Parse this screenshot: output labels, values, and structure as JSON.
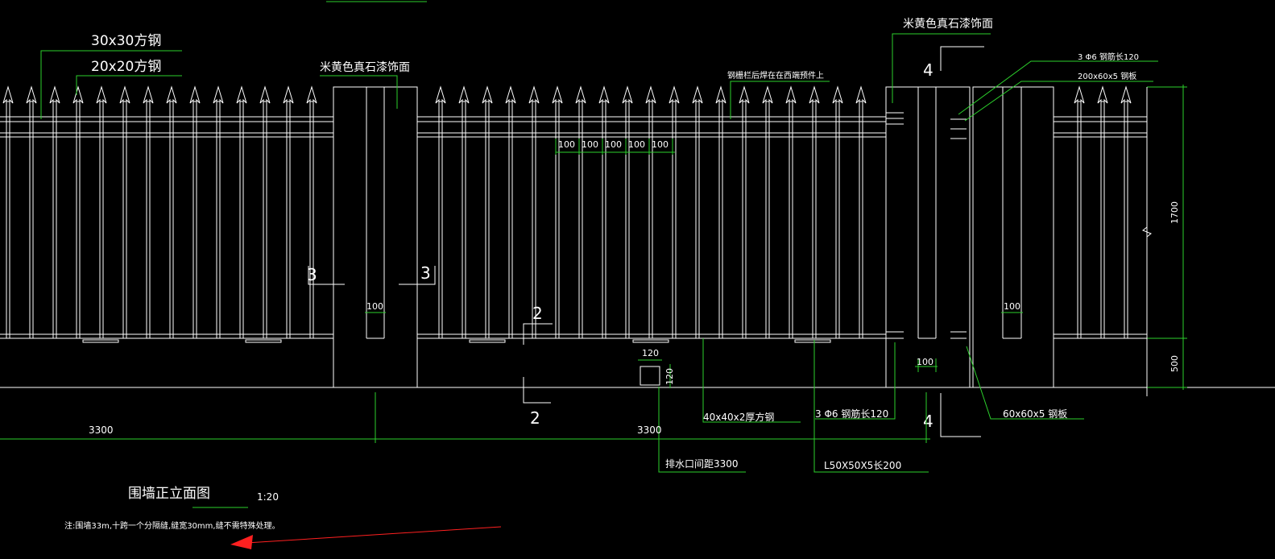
{
  "labels": {
    "steel_30": "30x30方钢",
    "steel_20": "20x20方钢",
    "finish_left": "米黄色真石漆饰面",
    "finish_right": "米黄色真石漆饰面",
    "railing_note": "钢栅栏后焊在在西端预件上",
    "rebar_top": "3 Φ6 钢筋长120",
    "plate_top": "200x60x5 钢板",
    "tube_40": "40x40x2厚方钢",
    "rebar_bottom": "3 Φ6 钢筋长120",
    "plate_bottom": "60x60x5 钢板",
    "drain": "排水口间距3300",
    "angle": "L50X50X5长200"
  },
  "dimensions": {
    "pitch": [
      "100",
      "100",
      "100",
      "100",
      "100"
    ],
    "post_gap_left": "100",
    "post_gap_right": "100",
    "drain_w": "120",
    "drain_h": "120",
    "span_left": "3300",
    "span_right": "3300",
    "gap_bottom": "100",
    "height_upper": "1700",
    "height_lower": "500"
  },
  "section_marks": {
    "s3_left": "3",
    "s3_right": "3",
    "s2_top": "2",
    "s2_bottom": "2",
    "s4_top": "4",
    "s4_bottom": "4"
  },
  "title": {
    "name": "围墙正立面图",
    "scale": "1:20",
    "note": "注:围墙33m,十跨一个分隔缝,缝宽30mm,缝不需特殊处理。"
  },
  "colors": {
    "background": "#000000",
    "lines": "#ffffff",
    "annotation": "#2ccf2c",
    "arrow": "#ff2020"
  }
}
